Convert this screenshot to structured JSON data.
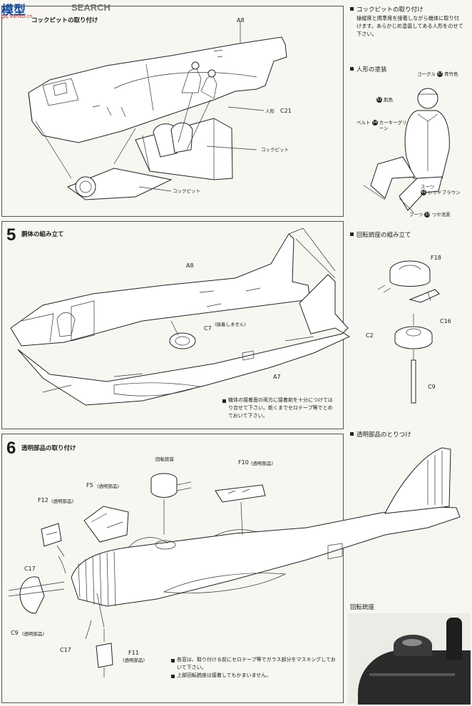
{
  "watermark": {
    "site": "SEARCH",
    "url": "gq.9ahob.cn",
    "logo_text": "模型"
  },
  "step4": {
    "title": "コックピットの取り付け",
    "labels": {
      "a8": "A8",
      "figure": "人形",
      "c21": "C21",
      "cockpit": "コックピット",
      "cockpit2": "コックピット"
    }
  },
  "side_cockpit": {
    "title": "コックピットの取り付け",
    "text": "操縦席と照準席を接着しながら機体に取り付けます。あらかじめ塗装してある人形をのせて下さい。"
  },
  "figure_paint": {
    "title": "人形の塗装",
    "goggle_label": "ゴーグル",
    "goggle_num": "57",
    "goggle_color": "青竹色",
    "leather_num": "51",
    "leather_color": "肌色",
    "belt_label": "ベルト",
    "belt_num": "54",
    "belt_color": "カーキーグリーン",
    "suit_label": "スーツ",
    "suit_num": "41",
    "suit_color": "レッドブラウン",
    "boots_label": "ブーツ",
    "boots_num": "33",
    "boots_color": "つや消黒"
  },
  "step5": {
    "number": "5",
    "title": "胴体の組み立て",
    "labels": {
      "a8": "A8",
      "c7": "C7",
      "c7_note": "(接着しません)",
      "a7": "A7"
    },
    "note": "機体の接着面の両方に接着剤を十分につけてはり合せて下さい。乾くまでセロテープ等でとめておいて下さい。"
  },
  "turret_assembly": {
    "title": "回転銃座の組み立て",
    "labels": {
      "f18": "F18",
      "c16": "C16",
      "c2": "C2",
      "c9": "C9"
    }
  },
  "clear_parts_side": {
    "title": "透明部品のとりつけ"
  },
  "step6": {
    "number": "6",
    "title": "透明部品の取り付け",
    "labels": {
      "turret": "回転銃座",
      "f10": "F10",
      "f10_note": "(透明部品)",
      "f5": "F5",
      "f5_note": "(透明部品)",
      "f12": "F12",
      "f12_note": "(透明部品)",
      "c17a": "C17",
      "c9": "C9",
      "c9_note": "(透明部品)",
      "c17b": "C17",
      "f11": "F11",
      "f11_note": "(透明部品)"
    },
    "notes": [
      "各窓は、取り付ける前にセロテープ等でガラス部分をマスキングしておいて下さい。",
      "上部回転銃座は接着してもかまいません。"
    ]
  },
  "photo": {
    "caption": "回転銃座"
  }
}
